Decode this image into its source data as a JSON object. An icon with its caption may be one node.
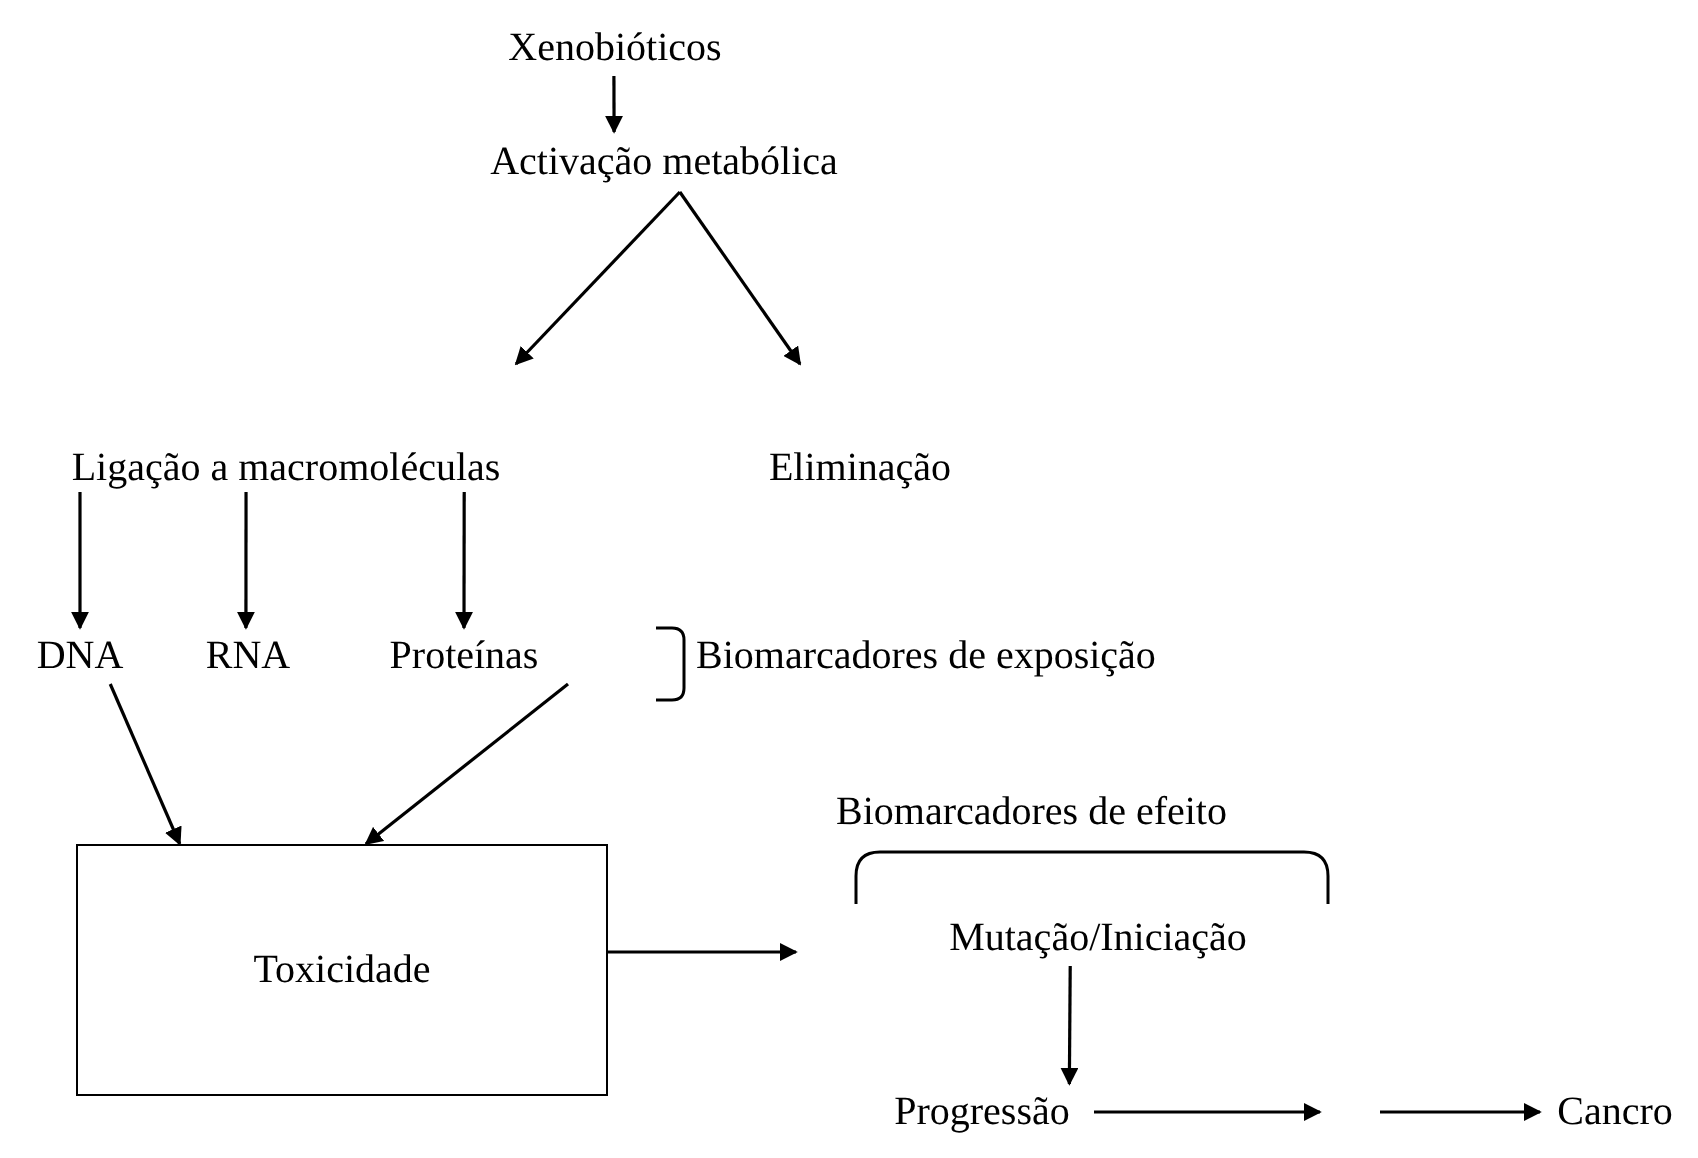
{
  "diagram": {
    "nodes": [
      {
        "text": [
          "Xenobióticos"
        ]
      },
      {
        "text": [
          "Activação metabólica"
        ]
      },
      {
        "text": [
          "Ligação a macromoléculas"
        ]
      },
      {
        "text": [
          "Eliminação"
        ]
      },
      {
        "text": [
          "DNA"
        ]
      },
      {
        "text": [
          "RNA"
        ]
      },
      {
        "text": [
          "Proteínas"
        ]
      },
      {
        "text": [
          "Toxicidade"
        ]
      },
      {
        "text": [
          "Mutação/Iniciação"
        ]
      },
      {
        "text": [
          "Progressão"
        ]
      },
      {
        "text": [
          "Cancro"
        ]
      }
    ],
    "edges": [
      {
        "from": 0,
        "to": 1,
        "arrow": "to"
      },
      {
        "from": 1,
        "to": 2,
        "arrow": "to"
      },
      {
        "from": 1,
        "to": 3,
        "arrow": "to"
      },
      {
        "from": 2,
        "to": 4,
        "arrow": "to"
      },
      {
        "from": 2,
        "to": 5,
        "arrow": "to"
      },
      {
        "from": 2,
        "to": 6,
        "arrow": "to"
      },
      {
        "from": 4,
        "to": 7,
        "arrow": "to"
      },
      {
        "from": 6,
        "to": 7,
        "arrow": "to"
      },
      {
        "from": 7,
        "to": 8,
        "arrow": "to"
      },
      {
        "from": 8,
        "to": 9,
        "arrow": "to"
      },
      {
        "from": 9,
        "to": null,
        "arrow": "to"
      },
      {
        "from": null,
        "to": 10,
        "arrow": "to"
      }
    ],
    "labels": [
      "Biomarcadores de exposição",
      "Biomarcadores de efeito"
    ]
  }
}
